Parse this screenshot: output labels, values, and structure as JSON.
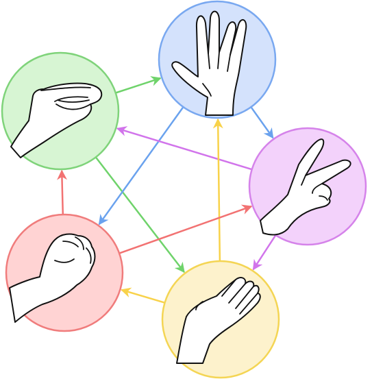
{
  "nodes": [
    {
      "id": "spock",
      "icon": "spock-hand-icon",
      "fill": "#d4e2fc",
      "stroke": "#79a8f0"
    },
    {
      "id": "scissors",
      "icon": "scissors-hand-icon",
      "fill": "#f3d2fb",
      "stroke": "#d583ea"
    },
    {
      "id": "paper",
      "icon": "paper-hand-icon",
      "fill": "#fdf2cc",
      "stroke": "#f4d554"
    },
    {
      "id": "rock",
      "icon": "rock-hand-icon",
      "fill": "#ffd3d3",
      "stroke": "#f07c7c"
    },
    {
      "id": "lizard",
      "icon": "lizard-hand-icon",
      "fill": "#d7f5d3",
      "stroke": "#7fd37a"
    }
  ],
  "edges": [
    {
      "from": "lizard",
      "to": "spock",
      "color": "#6fd36b"
    },
    {
      "from": "lizard",
      "to": "paper",
      "color": "#6fd36b"
    },
    {
      "from": "spock",
      "to": "scissors",
      "color": "#6aa2ee"
    },
    {
      "from": "spock",
      "to": "rock",
      "color": "#6aa2ee"
    },
    {
      "from": "scissors",
      "to": "lizard",
      "color": "#d174eb"
    },
    {
      "from": "scissors",
      "to": "paper",
      "color": "#d174eb"
    },
    {
      "from": "paper",
      "to": "spock",
      "color": "#f8d24a"
    },
    {
      "from": "paper",
      "to": "rock",
      "color": "#f8d24a"
    },
    {
      "from": "rock",
      "to": "lizard",
      "color": "#f27272"
    },
    {
      "from": "rock",
      "to": "scissors",
      "color": "#f27272"
    }
  ]
}
